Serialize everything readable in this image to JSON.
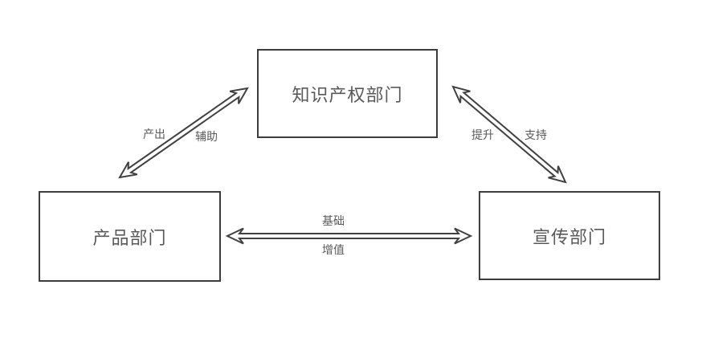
{
  "diagram": {
    "nodes": [
      {
        "id": "intellectual-property",
        "label": "知识产权部门"
      },
      {
        "id": "product",
        "label": "产品部门"
      },
      {
        "id": "publicity",
        "label": "宣传部门"
      }
    ],
    "edges": [
      {
        "from": "产品部门",
        "to": "知识产权部门",
        "style": "double-headed-arrow",
        "labels": [
          "产出",
          "辅助"
        ]
      },
      {
        "from": "知识产权部门",
        "to": "宣传部门",
        "style": "double-headed-arrow",
        "labels": [
          "提升",
          "支持"
        ]
      },
      {
        "from": "产品部门",
        "to": "宣传部门",
        "style": "double-headed-arrow",
        "labels": [
          "基础",
          "增值"
        ]
      }
    ],
    "colors": {
      "background": "#ffffff",
      "shape_stroke": "#414141",
      "shape_fill": "#ffffff",
      "text": "#595959"
    }
  }
}
